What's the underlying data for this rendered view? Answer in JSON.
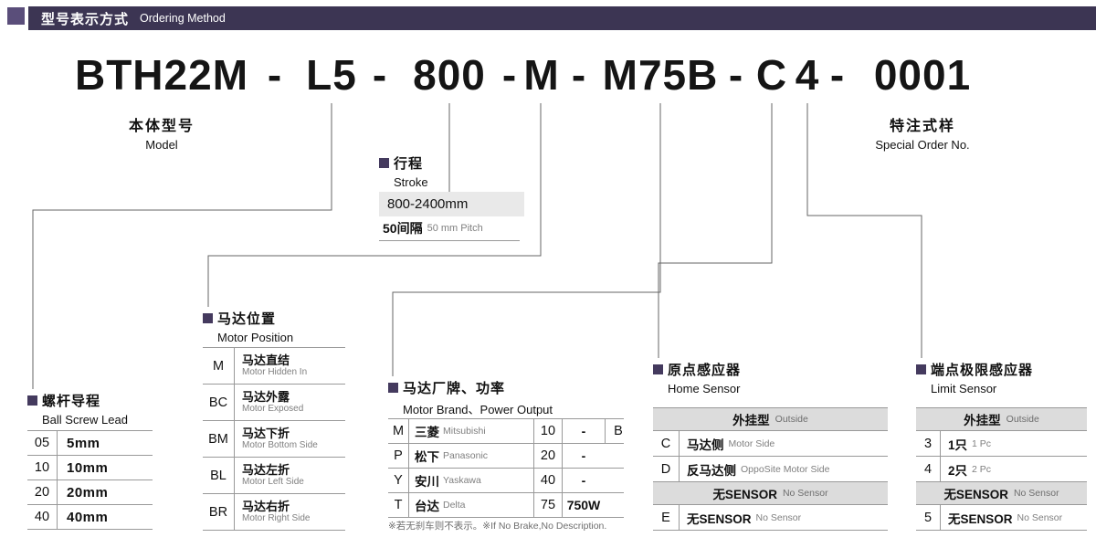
{
  "colors": {
    "header_bg": "#3c3553",
    "accent_square": "#5a4e7a",
    "section_square": "#443a5e",
    "band_bg": "#dcdcdc",
    "box_bg": "#e9e9e9",
    "line": "#666666"
  },
  "header": {
    "title_zh": "型号表示方式",
    "title_en": "Ordering Method"
  },
  "model": {
    "parts": [
      "BTH22M",
      "-",
      "L5",
      "-",
      "800",
      "-",
      "M",
      "-",
      "M75B",
      "-",
      "C",
      "4",
      "-",
      "0001"
    ]
  },
  "callouts": {
    "model": {
      "zh": "本体型号",
      "en": "Model"
    },
    "special_order": {
      "zh": "特注式样",
      "en": "Special Order No."
    }
  },
  "stroke": {
    "title_zh": "行程",
    "title_en": "Stroke",
    "range": "800-2400mm",
    "pitch_zh": "50间隔",
    "pitch_en": "50 mm Pitch"
  },
  "ball_screw_lead": {
    "title_zh": "螺杆导程",
    "title_en": "Ball Screw Lead",
    "rows": [
      {
        "code": "05",
        "value": "5mm"
      },
      {
        "code": "10",
        "value": "10mm"
      },
      {
        "code": "20",
        "value": "20mm"
      },
      {
        "code": "40",
        "value": "40mm"
      }
    ]
  },
  "motor_position": {
    "title_zh": "马达位置",
    "title_en": "Motor Position",
    "rows": [
      {
        "code": "M",
        "zh": "马达直结",
        "en": "Motor Hidden In"
      },
      {
        "code": "BC",
        "zh": "马达外露",
        "en": "Motor Exposed"
      },
      {
        "code": "BM",
        "zh": "马达下折",
        "en": "Motor Bottom Side"
      },
      {
        "code": "BL",
        "zh": "马达左折",
        "en": "Motor Left Side"
      },
      {
        "code": "BR",
        "zh": "马达右折",
        "en": "Motor Right Side"
      }
    ]
  },
  "motor_brand": {
    "title_zh": "马达厂牌、功率",
    "title_en": "Motor Brand、Power Output",
    "rows": [
      {
        "code": "M",
        "brand_zh": "三菱",
        "brand_en": "Mitsubishi",
        "power_code": "10",
        "power": "-",
        "brake": "B"
      },
      {
        "code": "P",
        "brand_zh": "松下",
        "brand_en": "Panasonic",
        "power_code": "20",
        "power": "-",
        "brake": ""
      },
      {
        "code": "Y",
        "brand_zh": "安川",
        "brand_en": "Yaskawa",
        "power_code": "40",
        "power": "-",
        "brake": ""
      },
      {
        "code": "T",
        "brand_zh": "台达",
        "brand_en": "Delta",
        "power_code": "75",
        "power": "750W",
        "brake": ""
      }
    ],
    "note": "※若无刹车则不表示。※If No Brake,No Description."
  },
  "home_sensor": {
    "title_zh": "原点感应器",
    "title_en": "Home Sensor",
    "outside_zh": "外挂型",
    "outside_en": "Outside",
    "rows": [
      {
        "code": "C",
        "zh": "马达侧",
        "en": "Motor Side"
      },
      {
        "code": "D",
        "zh": "反马达侧",
        "en": "OppoSite Motor Side"
      }
    ],
    "nosensor_zh": "无SENSOR",
    "nosensor_en": "No Sensor",
    "row_e": {
      "code": "E",
      "zh": "无SENSOR",
      "en": "No Sensor"
    }
  },
  "limit_sensor": {
    "title_zh": "端点极限感应器",
    "title_en": "Limit Sensor",
    "outside_zh": "外挂型",
    "outside_en": "Outside",
    "rows": [
      {
        "code": "3",
        "zh": "1只",
        "en": "1 Pc"
      },
      {
        "code": "4",
        "zh": "2只",
        "en": "2 Pc"
      }
    ],
    "nosensor_zh": "无SENSOR",
    "nosensor_en": "No Sensor",
    "row_5": {
      "code": "5",
      "zh": "无SENSOR",
      "en": "No Sensor"
    }
  }
}
